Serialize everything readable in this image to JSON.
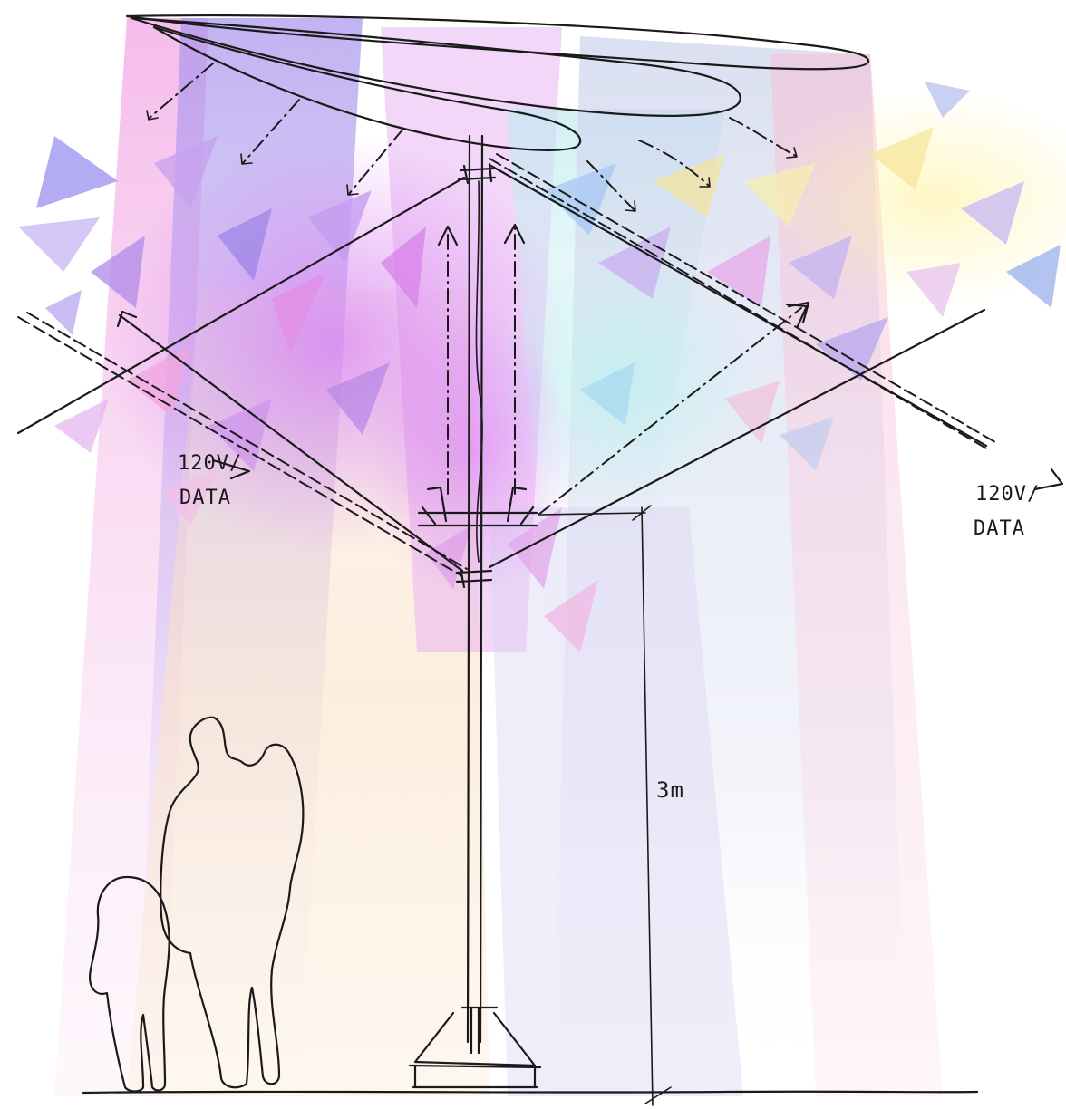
{
  "labels": {
    "power_data_left_line1": "120V/",
    "power_data_left_line2": "DATA",
    "power_data_right_line1": "120V/",
    "power_data_right_line2": "DATA",
    "height_dimension": "3m"
  },
  "colors": {
    "ink": "#1a1a1a",
    "canopy_yellow": "#f7e11a",
    "canopy_magenta": "#d8268f",
    "canopy_navy": "#2e3a8c",
    "canopy_orange": "#f28c28",
    "glow_pink": "#f3b8e6",
    "glow_violet": "#b9a6ee",
    "glow_peach": "#fbe3c8",
    "glow_cyan": "#c9eef2"
  }
}
